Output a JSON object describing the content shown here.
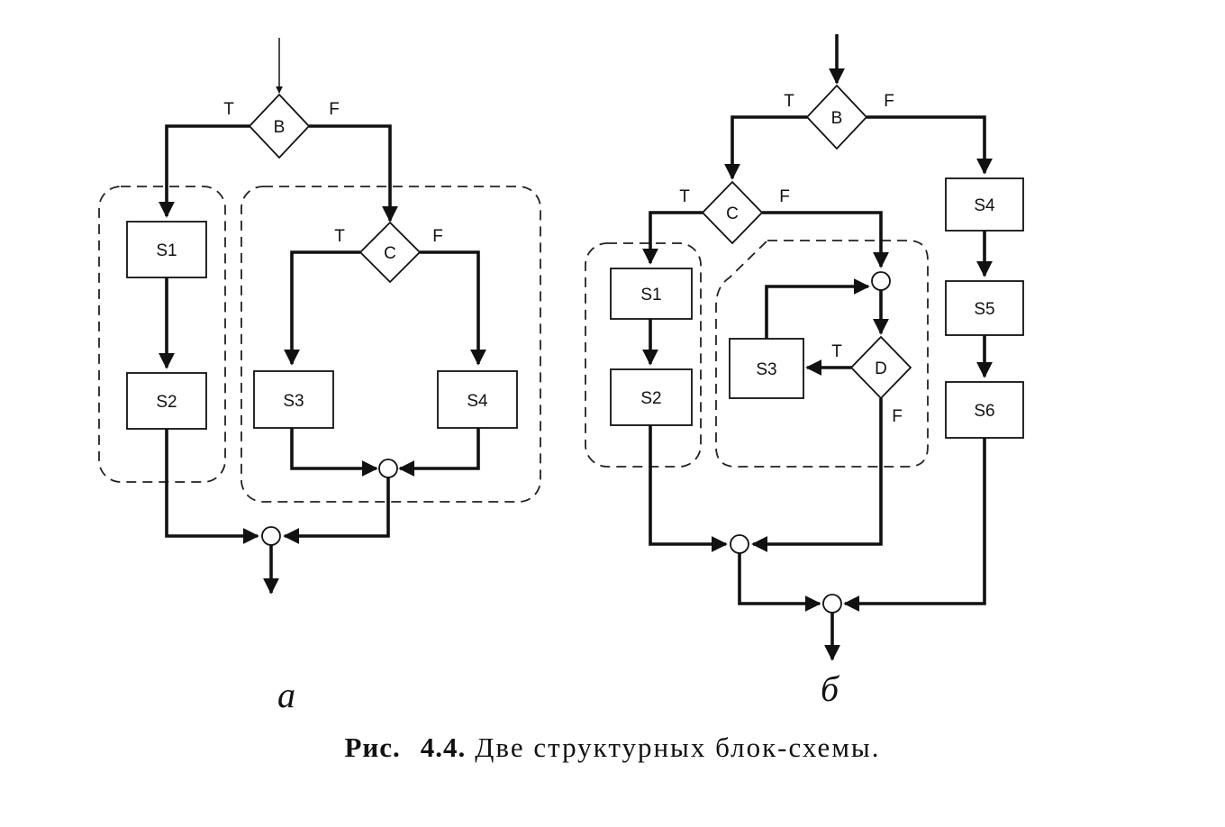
{
  "caption": {
    "lead": "Рис.",
    "number": "4.4.",
    "text": "Две структурных блок-схемы."
  },
  "diagram_a": {
    "sublabel": "а",
    "decision_b": "B",
    "decision_c": "C",
    "blocks": [
      "S1",
      "S2",
      "S3",
      "S4"
    ],
    "true_label": "T",
    "false_label": "F"
  },
  "diagram_b": {
    "sublabel": "б",
    "decision_b": "B",
    "decision_c": "C",
    "decision_d": "D",
    "blocks": [
      "S1",
      "S2",
      "S3",
      "S4",
      "S5",
      "S6"
    ],
    "true_label": "T",
    "false_label": "F"
  }
}
